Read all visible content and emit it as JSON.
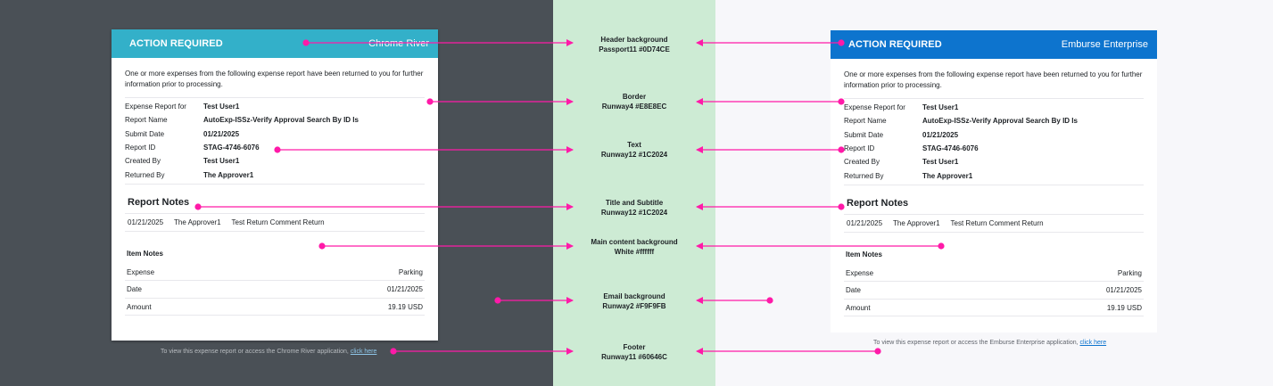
{
  "left": {
    "header_title": "ACTION REQUIRED",
    "brand": "Chrome River",
    "intro": "One or more expenses from the following expense report have been returned to you for further information prior to processing.",
    "fields": [
      {
        "label": "Expense Report for",
        "value": "Test User1"
      },
      {
        "label": "Report Name",
        "value": "AutoExp-ISSz-Verify Approval Search By ID Is"
      },
      {
        "label": "Submit Date",
        "value": "01/21/2025"
      },
      {
        "label": "Report ID",
        "value": "STAG-4746-6076"
      },
      {
        "label": "Created By",
        "value": "Test User1"
      },
      {
        "label": "Returned By",
        "value": "The Approver1"
      }
    ],
    "notes_title": "Report Notes",
    "note": {
      "date": "01/21/2025",
      "author": "The Approver1",
      "text": "Test Return Comment Return"
    },
    "item_notes_title": "Item Notes",
    "items": [
      {
        "label": "Expense",
        "value": "Parking"
      },
      {
        "label": "Date",
        "value": "01/21/2025"
      },
      {
        "label": "Amount",
        "value": "19.19 USD"
      }
    ],
    "footer_text": "To view this expense report or access the Chrome River application,",
    "footer_link": "click here"
  },
  "right": {
    "header_title": "ACTION REQUIRED",
    "brand": "Emburse Enterprise",
    "intro": "One or more expenses from the following expense report have been returned to you for further information prior to processing.",
    "fields": [
      {
        "label": "Expense Report for",
        "value": "Test User1"
      },
      {
        "label": "Report Name",
        "value": "AutoExp-ISSz-Verify Approval Search By ID Is"
      },
      {
        "label": "Submit Date",
        "value": "01/21/2025"
      },
      {
        "label": "Report ID",
        "value": "STAG-4746-6076"
      },
      {
        "label": "Created By",
        "value": "Test User1"
      },
      {
        "label": "Returned By",
        "value": "The Approver1"
      }
    ],
    "notes_title": "Report Notes",
    "note": {
      "date": "01/21/2025",
      "author": "The Approver1",
      "text": "Test Return Comment Return"
    },
    "item_notes_title": "Item Notes",
    "items": [
      {
        "label": "Expense",
        "value": "Parking"
      },
      {
        "label": "Date",
        "value": "01/21/2025"
      },
      {
        "label": "Amount",
        "value": "19.19 USD"
      }
    ],
    "footer_text": "To view this expense report or access the Emburse Enterprise application,",
    "footer_link": "click here"
  },
  "annotations": [
    {
      "title": "Header background",
      "value": "Passport11 #0D74CE"
    },
    {
      "title": "Border",
      "value": "Runway4 #E8E8EC"
    },
    {
      "title": "Text",
      "value": "Runway12 #1C2024"
    },
    {
      "title": "Title and Subtitle",
      "value": "Runway12 #1C2024"
    },
    {
      "title": "Main content background",
      "value": "White #ffffff"
    },
    {
      "title": "Email background",
      "value": "Runway2 #F9F9FB"
    },
    {
      "title": "Footer",
      "value": "Runway11 #60646C"
    }
  ],
  "colors": {
    "annotation_pink": "#ff1aa8",
    "header_blue": "#0d74ce",
    "header_teal": "#33b0c9",
    "border": "#e8e8ec",
    "text": "#1c2024",
    "footer": "#60646c"
  }
}
